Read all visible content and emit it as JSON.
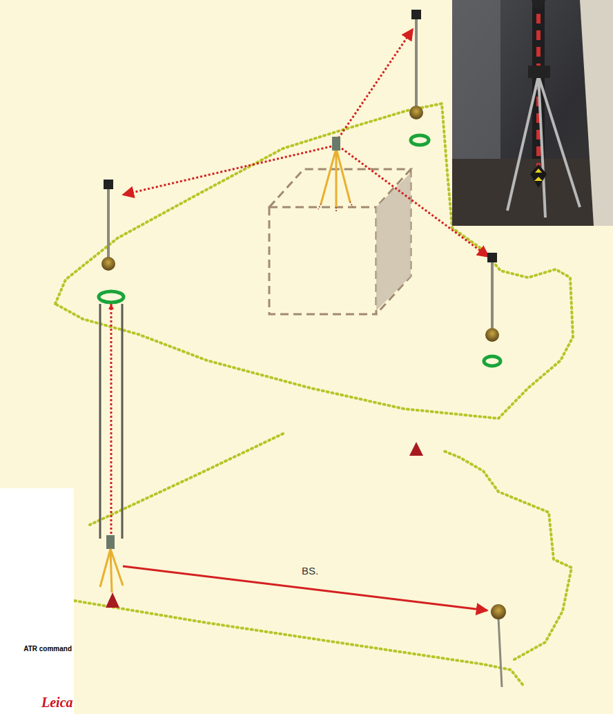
{
  "diagram": {
    "labels": [
      "BS.",
      "ATR command",
      "Leica"
    ]
  }
}
